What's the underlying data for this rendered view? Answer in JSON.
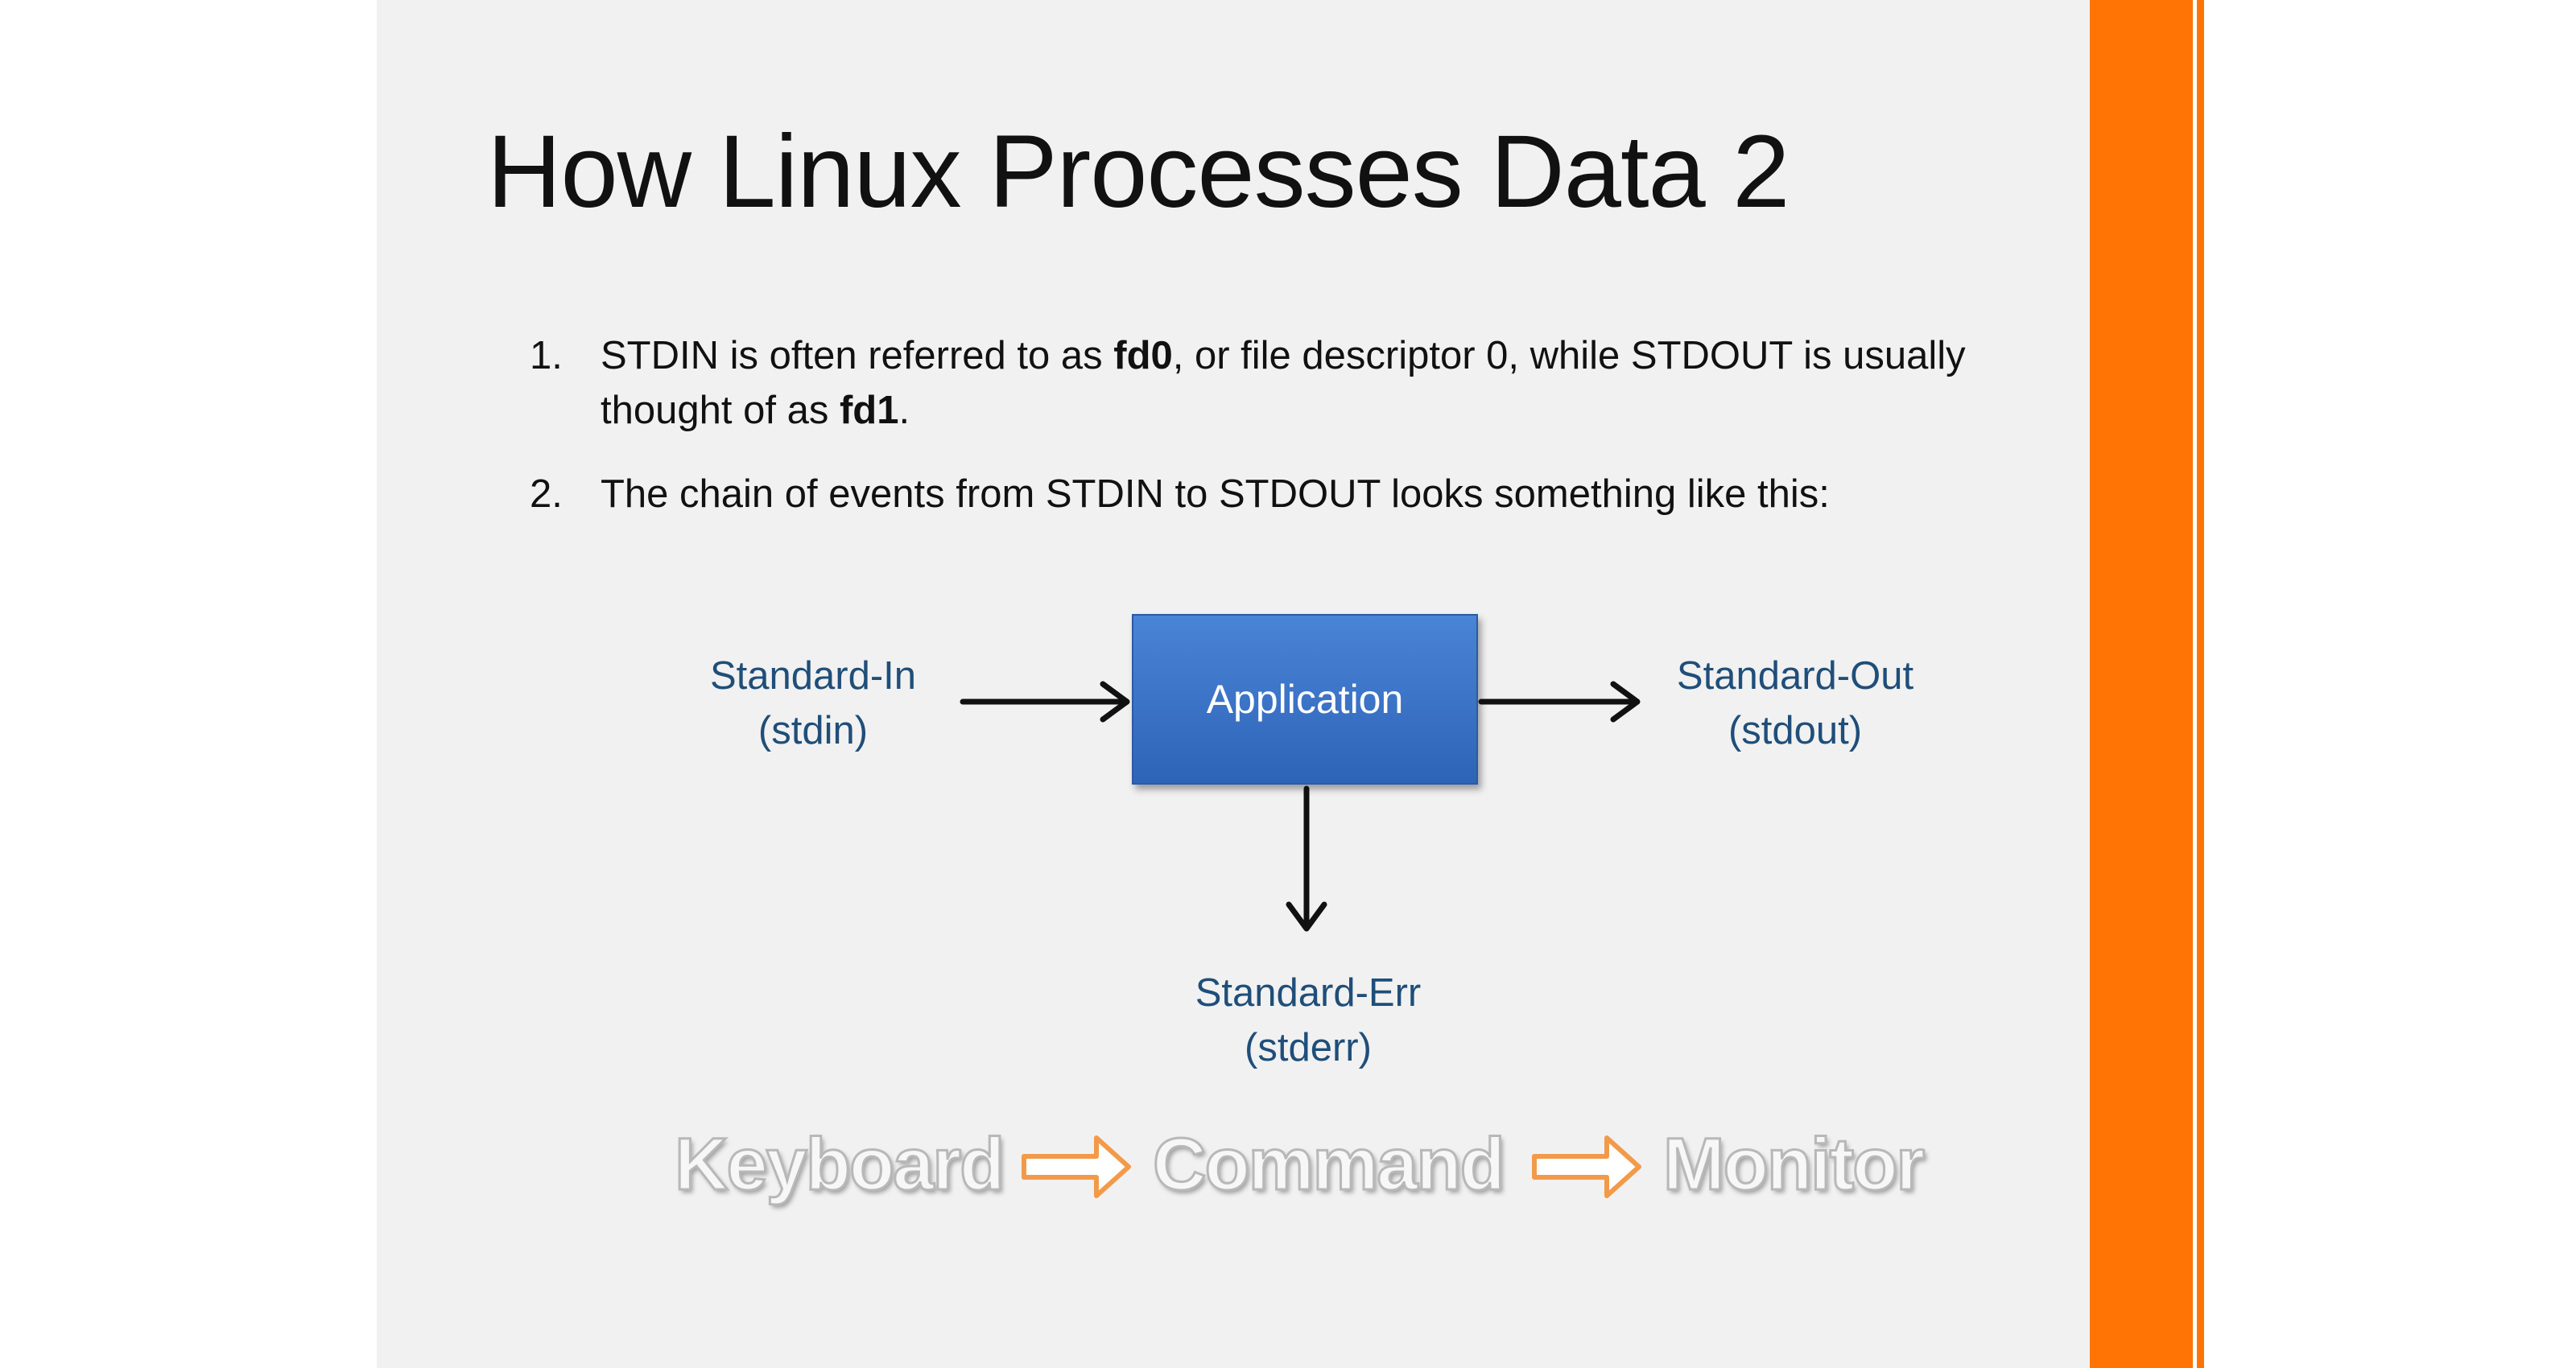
{
  "slide": {
    "title": "How Linux Processes Data 2",
    "list": [
      {
        "number": "1.",
        "parts": [
          {
            "text": "STDIN is often referred to as ",
            "bold": false
          },
          {
            "text": "fd0",
            "bold": true
          },
          {
            "text": ", or file descriptor 0, while STDOUT is usually thought of as ",
            "bold": false
          },
          {
            "text": "fd1",
            "bold": true
          },
          {
            "text": ".",
            "bold": false
          }
        ]
      },
      {
        "number": "2.",
        "parts": [
          {
            "text": "The chain of events from STDIN to STDOUT looks something like this:",
            "bold": false
          }
        ]
      }
    ]
  },
  "diagram": {
    "application": "Application",
    "stdin": {
      "line1": "Standard-In",
      "line2": "(stdin)"
    },
    "stdout": {
      "line1": "Standard-Out",
      "line2": "(stdout)"
    },
    "stderr": {
      "line1": "Standard-Err",
      "line2": "(stderr)"
    }
  },
  "flow": {
    "steps": [
      "Keyboard",
      "Command",
      "Monitor"
    ]
  },
  "colors": {
    "accent_orange": "#ff7404",
    "label_blue": "#1f4e79",
    "box_blue": "#3a72c6",
    "slide_background": "#f1f1f1"
  }
}
